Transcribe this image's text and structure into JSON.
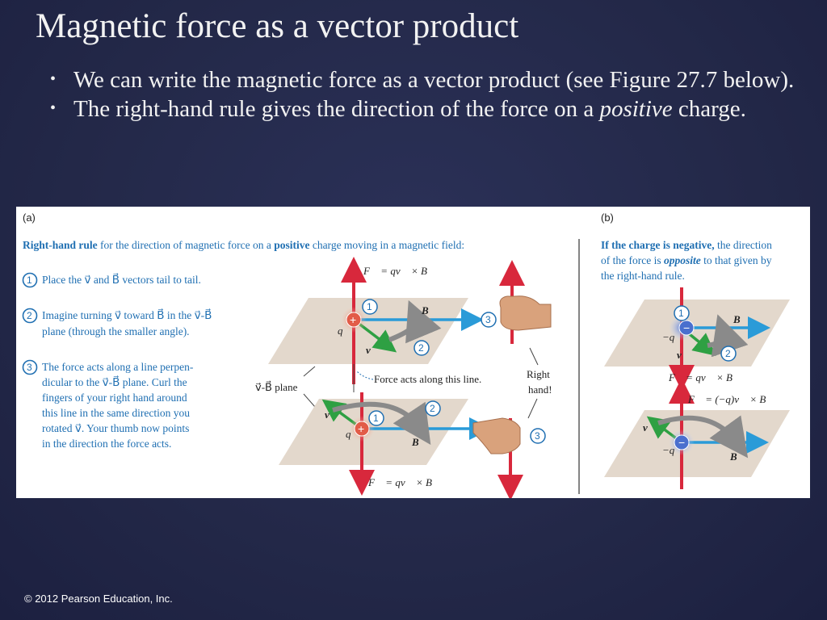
{
  "slide": {
    "title": "Magnetic force as a vector product",
    "bullets": [
      {
        "text": "We can write the magnetic force as a vector product (see Figure 27.7 below)."
      },
      {
        "text_before": "The right-hand rule gives the direction of the force on a ",
        "emphasis": "positive",
        "text_after": " charge."
      }
    ],
    "copyright": "© 2012 Pearson Education, Inc."
  },
  "figure": {
    "panel_a_label": "(a)",
    "panel_b_label": "(b)",
    "a_heading": {
      "bold1": "Right-hand rule",
      "text1": " for the direction of magnetic force on a ",
      "bold2": "positive",
      "text2": " charge moving in a magnetic field:"
    },
    "steps": {
      "step1": {
        "num": "1",
        "lines": [
          "Place the v⃗ and B⃗ vectors tail to tail."
        ]
      },
      "step2": {
        "num": "2",
        "lines": [
          "Imagine turning  v⃗ toward B⃗ in the v⃗-B⃗",
          "plane (through the smaller angle)."
        ]
      },
      "step3": {
        "num": "3",
        "lines": [
          "The force acts along a line perpen-",
          "dicular to the v⃗-B⃗ plane. Curl the",
          "fingers of your right hand around",
          "this line in the same direction you",
          "rotated v⃗. Your thumb now points",
          "in the direction the force acts."
        ]
      }
    },
    "diagram_labels": {
      "force_top": "F⃗ = qv⃗ × B⃗",
      "force_bottom": "F⃗ = qv⃗ × B⃗",
      "q": "q",
      "v": "v⃗",
      "B": "B⃗",
      "plane_label": "v⃗-B⃗ plane",
      "force_line": "Force acts along this line.",
      "right_hand_1": "Right",
      "right_hand_2": "hand!",
      "n1": "1",
      "n2": "2",
      "n3": "3"
    },
    "b_text": {
      "bold": "If the charge is negative,",
      "line1_rest": " the direction",
      "line2_a": "of the force is ",
      "line2_em": "opposite",
      "line2_b": " to that given by",
      "line3": "the right-hand rule."
    },
    "b_labels": {
      "neg_q": "−q",
      "force_top": "F⃗ = qv⃗ × B⃗",
      "force_bottom": "F⃗ = (−q)v⃗ × B⃗",
      "v": "v⃗",
      "B": "B⃗"
    },
    "colors": {
      "accent_blue": "#1f6fb2",
      "force_red": "#d8283c",
      "v_green": "#2ea043",
      "B_blue": "#2a9bd8",
      "plane": "#e3d8cc"
    }
  }
}
